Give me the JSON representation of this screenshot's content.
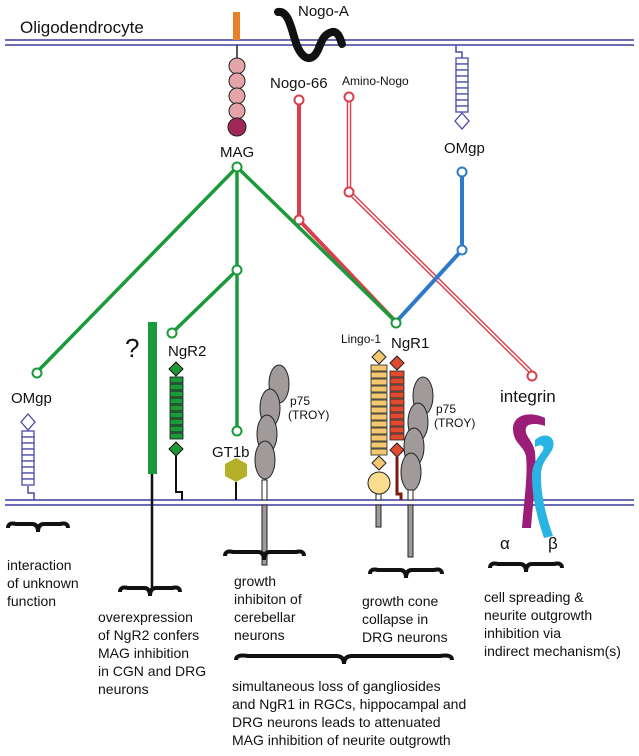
{
  "labels": {
    "oligodendrocyte": "Oligodendrocyte",
    "nogo_a": "Nogo-A",
    "nogo_66": "Nogo-66",
    "amino_nogo": "Amino-Nogo",
    "omgp_top": "OMgp",
    "mag": "MAG",
    "question": "?",
    "ngr2": "NgR2",
    "lingo1": "Lingo-1",
    "ngr1": "NgR1",
    "p75_a": "p75",
    "troy_a": "(TROY)",
    "p75_b": "p75",
    "troy_b": "(TROY)",
    "integrin": "integrin",
    "omgp_left": "OMgp",
    "gt1b": "GT1b",
    "alpha": "α",
    "beta": "β"
  },
  "captions": {
    "c1": [
      "interaction",
      "of unknown",
      "function"
    ],
    "c2": [
      "overexpression",
      "of NgR2 confers",
      "MAG inhibition",
      "in CGN and DRG",
      "neurons"
    ],
    "c3": [
      "growth",
      "inhibiton of",
      "cerebellar",
      "neurons"
    ],
    "c4": [
      "growth cone",
      "collapse in",
      "DRG neurons"
    ],
    "c5": [
      "cell spreading &",
      "neurite outgrowth",
      "inhibition  via",
      "indirect mechanism(s)"
    ],
    "c6": [
      "simultaneous loss of gangliosides",
      "and NgR1 in RGCs, hippocampal and",
      "DRG neurons leads to attenuated",
      "MAG inhibition of neurite outgrowth"
    ]
  },
  "colors": {
    "membrane": "#3a3aa0",
    "mag_green": "#1a9a3a",
    "nogo_red": "#d8404e",
    "omgp_blue": "#2f7ac8",
    "omgp_box": "#4a4aa8",
    "orange": "#e8802a",
    "mag_pink": "#e4a4a8",
    "mag_dark": "#a02858",
    "p75_grey": "#a09a9a",
    "lingo_yellow": "#f4c870",
    "ngr1_red": "#e04a2e",
    "gt1b_olive": "#b4b028",
    "integrin_alpha": "#9a1e78",
    "integrin_beta": "#2ab4e4"
  }
}
